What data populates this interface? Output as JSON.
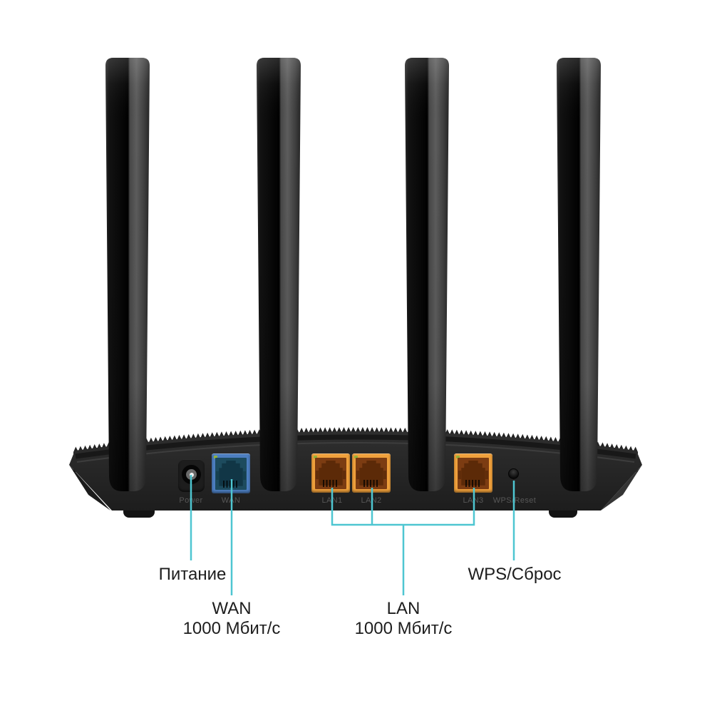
{
  "device": {
    "ports": [
      {
        "id": "power",
        "label": "Power"
      },
      {
        "id": "wan",
        "label": "WAN"
      },
      {
        "id": "lan1",
        "label": "LAN1"
      },
      {
        "id": "lan2",
        "label": "LAN2"
      },
      {
        "id": "lan3",
        "label": "LAN3"
      },
      {
        "id": "wps",
        "label": "WPS/Reset"
      }
    ]
  },
  "callouts": {
    "power": {
      "label": "Питание"
    },
    "wan": {
      "label": "WAN",
      "sublabel": "1000 Мбит/с"
    },
    "lan": {
      "label": "LAN",
      "sublabel": "1000 Мбит/с"
    },
    "wps": {
      "label": "WPS/Сброс"
    }
  },
  "colors": {
    "accent": "#4ec6d1",
    "text": "#1d1d1d",
    "device_label": "#575757",
    "wan_port": "#4d7ec0",
    "lan_port": "#f0a13c",
    "led": "#93b23c",
    "body": "#282828"
  }
}
